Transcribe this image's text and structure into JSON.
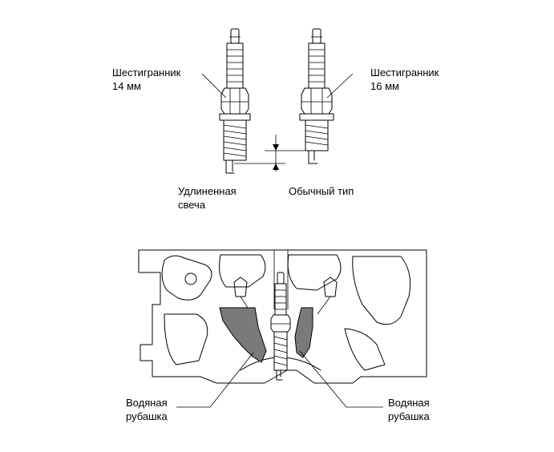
{
  "labels": {
    "hex14": {
      "line1": "Шестигранник",
      "line2": "14 мм"
    },
    "hex16": {
      "line1": "Шестигранник",
      "line2": "16 мм"
    },
    "long_plug": {
      "line1": "Удлиненная",
      "line2": "свеча"
    },
    "normal_type": {
      "line1": "Обычный тип"
    },
    "jacket_left": {
      "line1": "Водяная",
      "line2": "рубашка"
    },
    "jacket_right": {
      "line1": "Водяная",
      "line2": "рубашка"
    }
  },
  "colors": {
    "line": "#000000",
    "jacket_fill": "#7a7a7a",
    "background": "#ffffff"
  }
}
